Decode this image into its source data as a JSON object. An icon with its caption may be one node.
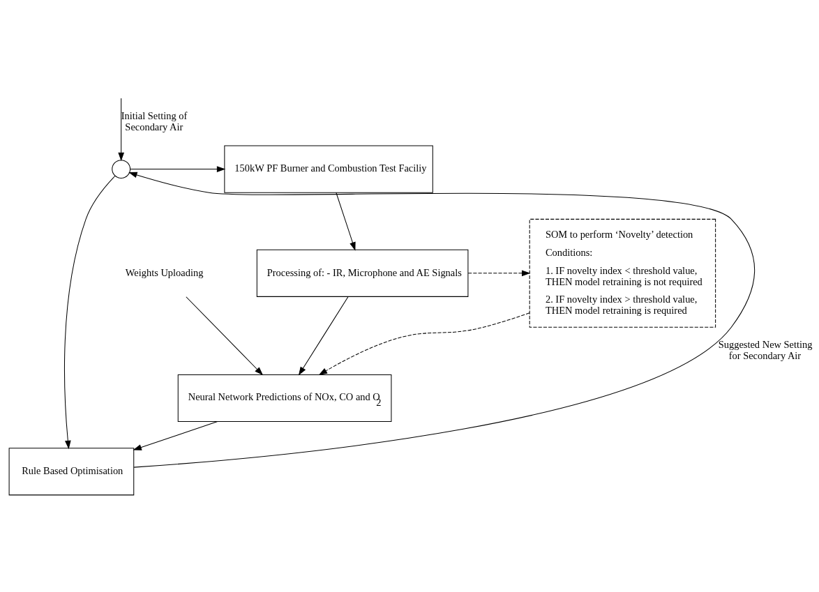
{
  "diagram": {
    "nodes": [
      {
        "text": [],
        "shape": "circle"
      },
      {
        "text": [
          "150kW PF Burner and Combustion Test Faciliy"
        ]
      },
      {
        "text": [
          "Processing of: - IR, Microphone and AE Signals"
        ]
      },
      {
        "text": [
          "Neural Network Predictions of NOx, CO and O$_{2}$"
        ]
      },
      {
        "text": [
          "Rule Based Optimisation"
        ]
      },
      {
        "text": [
          "SOM to perform ‘Novelty’ detection",
          "Conditions:",
          "1. IF novelty index < threshold value, THEN model retraining is not required",
          "2. IF novelty index > threshold value, THEN model retraining is required"
        ]
      },
      {
        "text": [
          "Weights Uploading"
        ]
      }
    ],
    "edges": [
      {
        "from": null,
        "to": 0,
        "arrow": "to",
        "label": "Initial Setting of Secondary Air"
      },
      {
        "from": 0,
        "to": 1,
        "arrow": "to"
      },
      {
        "from": 0,
        "to": 4,
        "arrow": "to"
      },
      {
        "from": 1,
        "to": 2,
        "arrow": "to"
      },
      {
        "from": 2,
        "to": 5,
        "arrow": "to",
        "style": "dashed"
      },
      {
        "from": 2,
        "to": 3,
        "arrow": "to"
      },
      {
        "from": 5,
        "to": 3,
        "arrow": "to",
        "style": "dashed"
      },
      {
        "from": 6,
        "to": 3,
        "arrow": "to"
      },
      {
        "from": 3,
        "to": 4,
        "arrow": "to"
      },
      {
        "from": 4,
        "to": 0,
        "arrow": "to",
        "label": "Suggested New Setting for Secondary Air"
      }
    ]
  }
}
